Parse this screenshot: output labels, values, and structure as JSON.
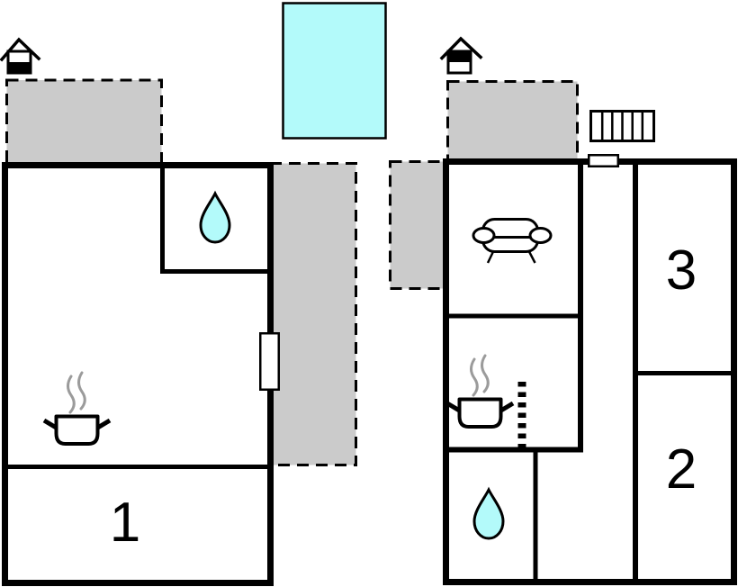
{
  "page": {
    "type": "floor-plan"
  },
  "colors": {
    "background": "#ffffff",
    "terrace_fill": "#cbcbcb",
    "water_fill": "#b3fafa",
    "wall": "#000000",
    "steam": "#9b9b9b",
    "fixture_fill": "#ffffff"
  },
  "rooms": {
    "room1": {
      "label": "1"
    },
    "room2": {
      "label": "2"
    },
    "room3": {
      "label": "3"
    }
  },
  "icons": {
    "outbuilding": "house-icon",
    "pool": "pool",
    "terrace": "terrace-area",
    "bathroom": "water-drop-icon",
    "kitchen": "cooking-pot-icon",
    "living_room": "sofa-icon",
    "stairs": "stairs-icon",
    "entrance_steps": "steps-icon",
    "door": "door-marker"
  }
}
